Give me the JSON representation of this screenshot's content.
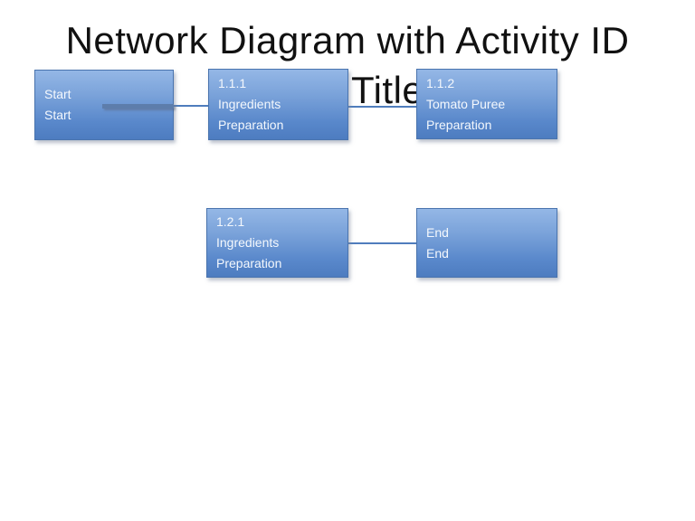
{
  "slide": {
    "title_line1": "Network Diagram with Activity ID",
    "title_line2": "Title"
  },
  "nodes": [
    {
      "id": "start",
      "lines": [
        "Start",
        "Start"
      ]
    },
    {
      "id": "act-1-1-1",
      "lines": [
        "1.1.1",
        "Ingredients",
        "Preparation"
      ]
    },
    {
      "id": "act-1-1-2",
      "lines": [
        "1.1.2",
        "Tomato Puree",
        "Preparation"
      ]
    },
    {
      "id": "act-1-2-1",
      "lines": [
        "1.2.1",
        "Ingredients",
        "Preparation"
      ]
    },
    {
      "id": "end",
      "lines": [
        "End",
        "End"
      ]
    }
  ],
  "edges": [
    {
      "from": "start",
      "to": "act-1-1-1"
    },
    {
      "from": "act-1-1-1",
      "to": "act-1-1-2"
    },
    {
      "from": "act-1-2-1",
      "to": "end"
    }
  ],
  "colors": {
    "background": "#ffffff",
    "title_text": "#111111",
    "node_fill_top": "#94b7e6",
    "node_fill_bottom": "#4d7cc0",
    "node_border": "#4a74ae",
    "node_text": "#f4f8fd",
    "connector": "#4f7dbd",
    "thick_connector": "#5d7dab"
  }
}
